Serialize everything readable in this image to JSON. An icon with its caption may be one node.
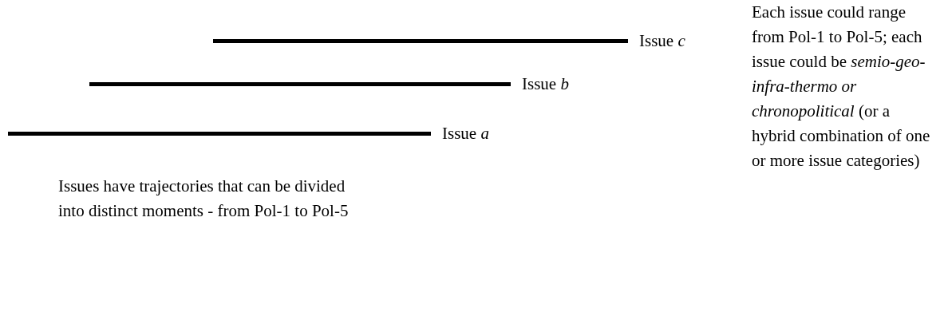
{
  "diagram": {
    "nodes": [
      {
        "text": [],
        "shape": "bar",
        "beside": [
          "Issue *c*"
        ]
      },
      {
        "text": [],
        "shape": "bar",
        "beside": [
          "Issue *b*"
        ]
      },
      {
        "text": [],
        "shape": "bar",
        "beside": [
          "Issue *a*"
        ]
      }
    ],
    "labels": [
      "Each issue could range from Pol-1 to Pol-5; each issue could be *semio-geo- infra-thermo or chronopolitical* (or a hybrid combination of one or more issue categories)",
      "Issues have trajectories that can be divided into distinct moments - from Pol-1 to Pol-5"
    ]
  }
}
